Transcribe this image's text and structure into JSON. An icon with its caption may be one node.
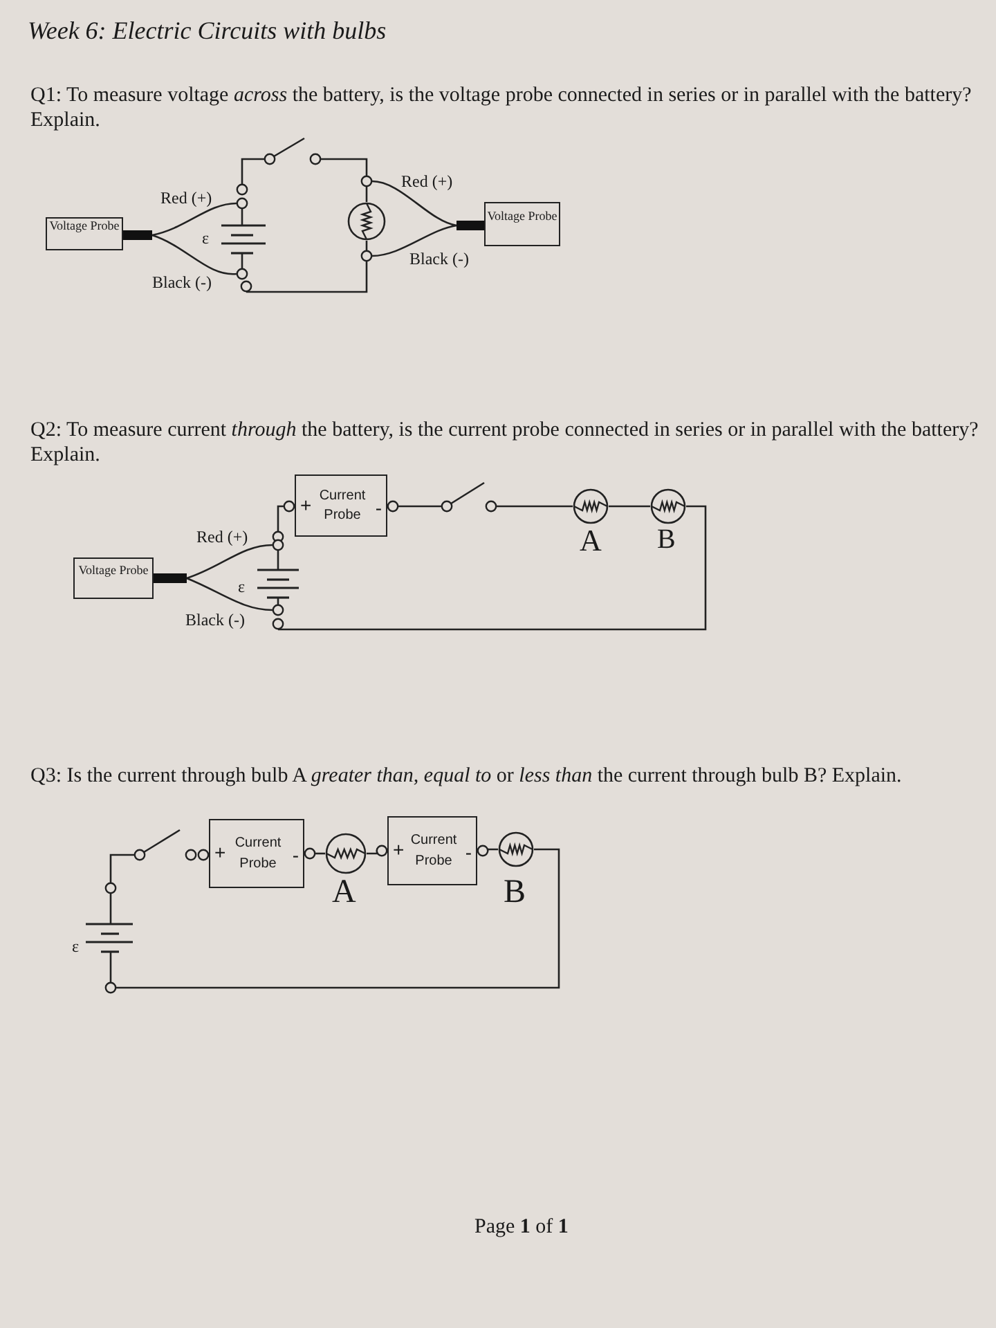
{
  "diagram": {
    "title": "Week 6: Electric Circuits with bulbs",
    "nodes": [
      {
        "text": [
          "Voltage Probe"
        ]
      },
      {
        "text": [],
        "shape": "circle"
      },
      {
        "text": [
          "Voltage Probe"
        ]
      },
      {
        "text": [
          "+",
          "Current Probe",
          "-"
        ]
      },
      {
        "text": [],
        "shape": "circle",
        "beside": [
          "A"
        ]
      },
      {
        "text": [],
        "shape": "circle",
        "beside": [
          "B"
        ]
      },
      {
        "text": [
          "Voltage Probe"
        ]
      },
      {
        "text": [
          "+",
          "Current Probe",
          "-"
        ]
      },
      {
        "text": [],
        "shape": "circle",
        "beside": [
          "A"
        ]
      },
      {
        "text": [
          "+",
          "Current Probe",
          "-"
        ]
      },
      {
        "text": [],
        "shape": "circle",
        "beside": [
          "B"
        ]
      }
    ],
    "edges": [
      {
        "from": 4,
        "to": 5,
        "arrow": "none"
      },
      {
        "from": 7,
        "to": 8,
        "arrow": "other"
      },
      {
        "from": 8,
        "to": 9,
        "arrow": "other"
      },
      {
        "from": 9,
        "to": 10,
        "arrow": "other"
      }
    ],
    "labels": [
      "Q1: To measure voltage *across* the battery, is the voltage probe connected in series or in parallel with the battery? Explain.",
      "Red (+)",
      "Red (+)",
      "ε",
      "Black (-)",
      "Black (-)",
      "Q2: To measure current *through* the battery, is the current probe connected in series or in parallel with the battery? Explain.",
      "Red (+)",
      "ε",
      "Black (-)",
      "Q3: Is the current through bulb A *greater than, equal to* or *less than* the current through bulb B? Explain.",
      "ε",
      "Page **1** of **1**"
    ]
  }
}
